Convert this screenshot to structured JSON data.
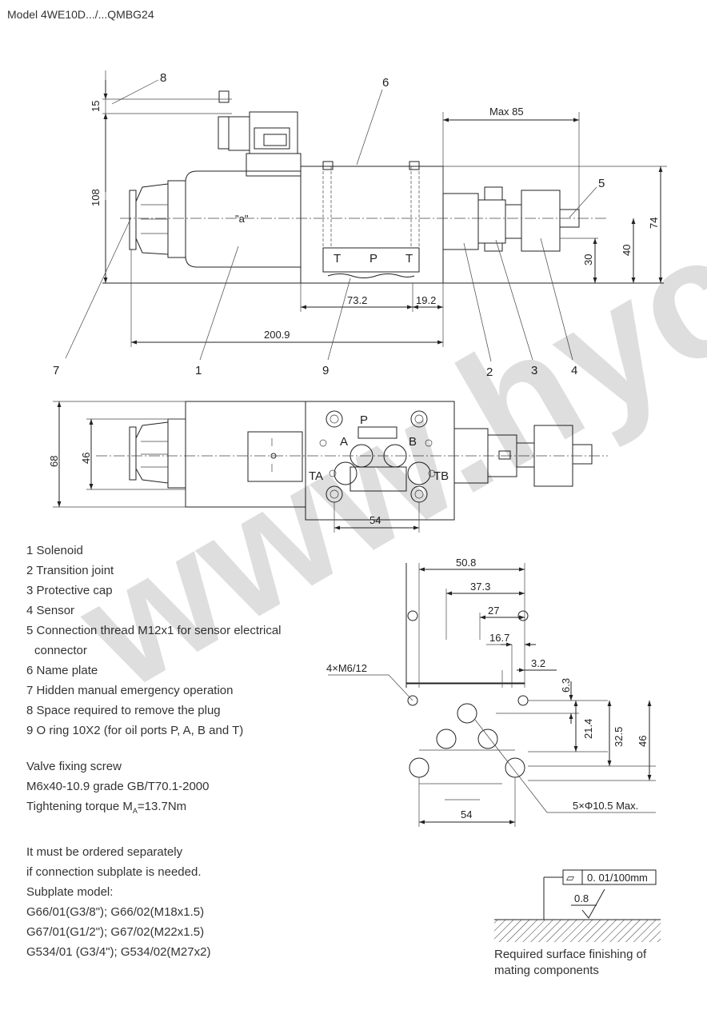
{
  "model_title": "Model 4WE10D.../...QMBG24",
  "side_view": {
    "labels": {
      "a_marker": "\"a\"",
      "port_t_left": "T",
      "port_p": "P",
      "port_t_right": "T"
    },
    "dims": {
      "d15": "15",
      "d108": "108",
      "dmax85": "Max 85",
      "d74": "74",
      "d40": "40",
      "d30": "30",
      "d73_2": "73.2",
      "d19_2": "19.2",
      "d200_9": "200.9"
    },
    "callouts": [
      "8",
      "6",
      "5",
      "7",
      "1",
      "9",
      "2",
      "3",
      "4"
    ]
  },
  "top_view": {
    "ports": {
      "p": "P",
      "a": "A",
      "b": "B",
      "ta": "TA",
      "tb": "TB"
    },
    "dims": {
      "d68": "68",
      "d46": "46",
      "d54": "54"
    }
  },
  "legend": [
    "1 Solenoid",
    "2 Transition joint",
    "3 Protective cap",
    "4 Sensor",
    "5 Connection thread M12x1 for sensor electrical",
    "connector",
    "6 Name plate",
    "7 Hidden manual emergency operation",
    "8 Space required to remove the plug",
    "9 O ring 10X2 (for oil ports P, A, B and T)"
  ],
  "screw": {
    "line1": "Valve fixing screw",
    "line2": "M6x40-10.9 grade GB/T70.1-2000",
    "line3_pre": "Tightening torque M",
    "line3_sub": "A",
    "line3_post": "=13.7Nm"
  },
  "order_note": [
    "It must be ordered separately",
    "if connection subplate is needed.",
    "Subplate model:",
    "G66/01(G3/8\"); G66/02(M18x1.5)",
    "G67/01(G1/2\"); G67/02(M22x1.5)",
    "G534/01 (G3/4\"); G534/02(M27x2)"
  ],
  "pattern": {
    "dims": {
      "d50_8": "50.8",
      "d37_3": "37.3",
      "d27": "27",
      "d16_7": "16.7",
      "d3_2": "3.2",
      "d6_3": "6.3",
      "d21_4": "21.4",
      "d32_5": "32.5",
      "d46": "46",
      "d54": "54"
    },
    "screws_note": "4×M6/12",
    "holes_note": "5×Φ10.5 Max."
  },
  "surface": {
    "flatness_symbol": "⏥",
    "flatness_value": "0. 01/100mm",
    "roughness": "0.8",
    "caption_line1": "Required surface finishing of",
    "caption_line2": "mating components"
  },
  "watermark": "www.hyc"
}
